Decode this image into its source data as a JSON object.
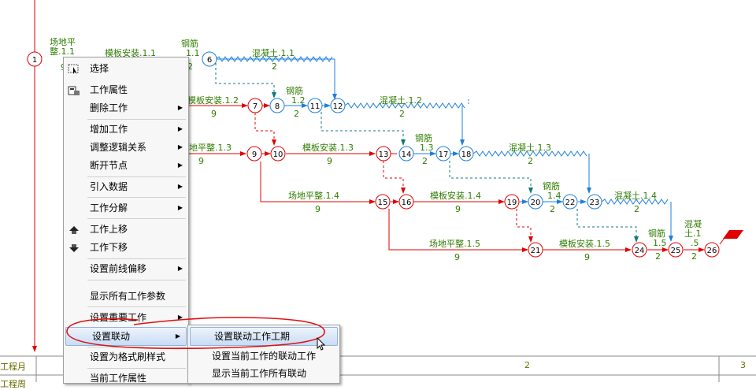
{
  "window": {
    "title": "网络计划图"
  },
  "nodes": [
    {
      "id": "1",
      "color": "red"
    },
    {
      "id": "6",
      "color": "blue"
    },
    {
      "id": "7",
      "color": "red"
    },
    {
      "id": "8",
      "color": "blue"
    },
    {
      "id": "11",
      "color": "blue"
    },
    {
      "id": "12",
      "color": "blue"
    },
    {
      "id": "9",
      "color": "red"
    },
    {
      "id": "10",
      "color": "red"
    },
    {
      "id": "13",
      "color": "red"
    },
    {
      "id": "14",
      "color": "blue"
    },
    {
      "id": "17",
      "color": "blue"
    },
    {
      "id": "18",
      "color": "blue"
    },
    {
      "id": "15",
      "color": "red"
    },
    {
      "id": "16",
      "color": "red"
    },
    {
      "id": "19",
      "color": "red"
    },
    {
      "id": "20",
      "color": "blue"
    },
    {
      "id": "22",
      "color": "blue"
    },
    {
      "id": "23",
      "color": "blue"
    },
    {
      "id": "21",
      "color": "red"
    },
    {
      "id": "24",
      "color": "red"
    },
    {
      "id": "25",
      "color": "red"
    },
    {
      "id": "26",
      "color": "red"
    }
  ],
  "task_labels": {
    "t1": "场地平",
    "t1b": "整.1.1",
    "t1d": "9",
    "t2": "模板安装.1.1",
    "t3": "钢筋",
    "t3b": "1.1",
    "t3d": "2",
    "t4": "混凝土.1.1",
    "t4d": "2",
    "t5": "模板安装.1.2",
    "t5d": "9",
    "t6": "钢筋",
    "t6b": "1.2",
    "t6d": "2",
    "t7": "混凝土.1.2",
    "t7d": "2",
    "t8": "地平整.1.3",
    "t8d": "9",
    "t9": "模板安装.1.3",
    "t9d": "9",
    "t10": "钢筋",
    "t10b": "1.3",
    "t10d": "2",
    "t11": "混凝土.1.3",
    "t11d": "2",
    "t12": "场地平整.1.4",
    "t12d": "9",
    "t13": "模板安装.1.4",
    "t13d": "9",
    "t14": "钢筋",
    "t14b": "1.4",
    "t14d": "2",
    "t15": "混凝土.1.4",
    "t15d": "2",
    "t16": "场地平整.1.5",
    "t16d": "9",
    "t17": "模板安装.1.5",
    "t17d": "9",
    "t18": "钢筋",
    "t18b": "1.5",
    "t18d": "2",
    "t19": "混凝",
    "t19b": "土.1",
    "t19c": ".5",
    "t19d": "2"
  },
  "timeline": {
    "row1_label": "工程月",
    "row2_label": "工程周",
    "col2": "2",
    "col3": "3"
  },
  "context_menu": {
    "items": {
      "select": "选择",
      "task_props": "工作属性",
      "delete_task": "删除工作",
      "add_task": "增加工作",
      "adjust_logic": "调整逻辑关系",
      "break_node": "断开节点",
      "import_data": "引入数据",
      "task_split": "工作分解",
      "task_up": "工作上移",
      "task_down": "工作下移",
      "set_offset": "设置前线偏移",
      "show_params": "显示所有工作参数",
      "set_important": "设置重要工作",
      "set_linkage": "设置联动",
      "set_format_brush": "设置为格式刷样式",
      "current_props": "当前工作属性"
    }
  },
  "submenu": {
    "items": {
      "set_period": "设置联动工作工期",
      "set_current": "设置当前工作的联动工作",
      "show_all": "显示当前工作所有联动"
    }
  }
}
